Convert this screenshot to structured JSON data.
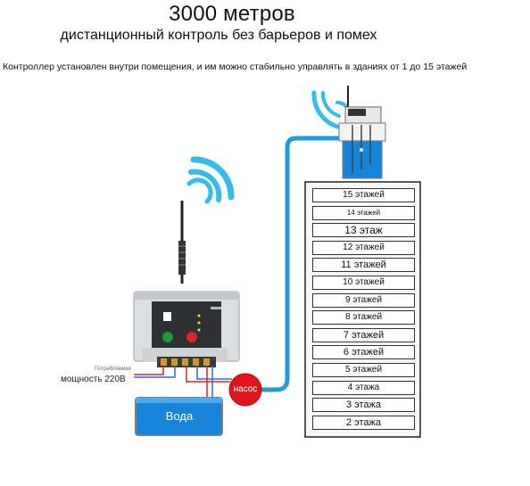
{
  "header": {
    "title": "3000 метров",
    "subtitle": "дистанционный контроль без барьеров и помех",
    "description": "Контроллер установлен внутри помещения, и им можно стабильно управлять в зданиях от 1 до 15 этажей"
  },
  "controller": {
    "power_label_small": "Потребляемая",
    "power_label": "мощность 220В"
  },
  "pump": {
    "label": "насос"
  },
  "tank": {
    "label": "Вода"
  },
  "building": {
    "floors": [
      {
        "label": "15 этажей",
        "size": 10
      },
      {
        "label": "14 этажей",
        "size": 8
      },
      {
        "label": "13 этаж",
        "size": 12
      },
      {
        "label": "12 этажей",
        "size": 10
      },
      {
        "label": "11 этажей",
        "size": 11
      },
      {
        "label": "10 этажей",
        "size": 10
      },
      {
        "label": "9 этажей",
        "size": 10
      },
      {
        "label": "8 этажей",
        "size": 10
      },
      {
        "label": "7 этажей",
        "size": 11
      },
      {
        "label": "6 этажей",
        "size": 11
      },
      {
        "label": "5 этажей",
        "size": 10
      },
      {
        "label": "4 этажа",
        "size": 10
      },
      {
        "label": "3 этажа",
        "size": 11
      },
      {
        "label": "2 этажа",
        "size": 11
      }
    ]
  },
  "colors": {
    "pipe": "#1e9be0",
    "water": "#1684d8",
    "pump": "#e0141b",
    "wire_red": "#e02020",
    "wire_blue": "#2a6fd6",
    "wifi": "#33bde8"
  }
}
